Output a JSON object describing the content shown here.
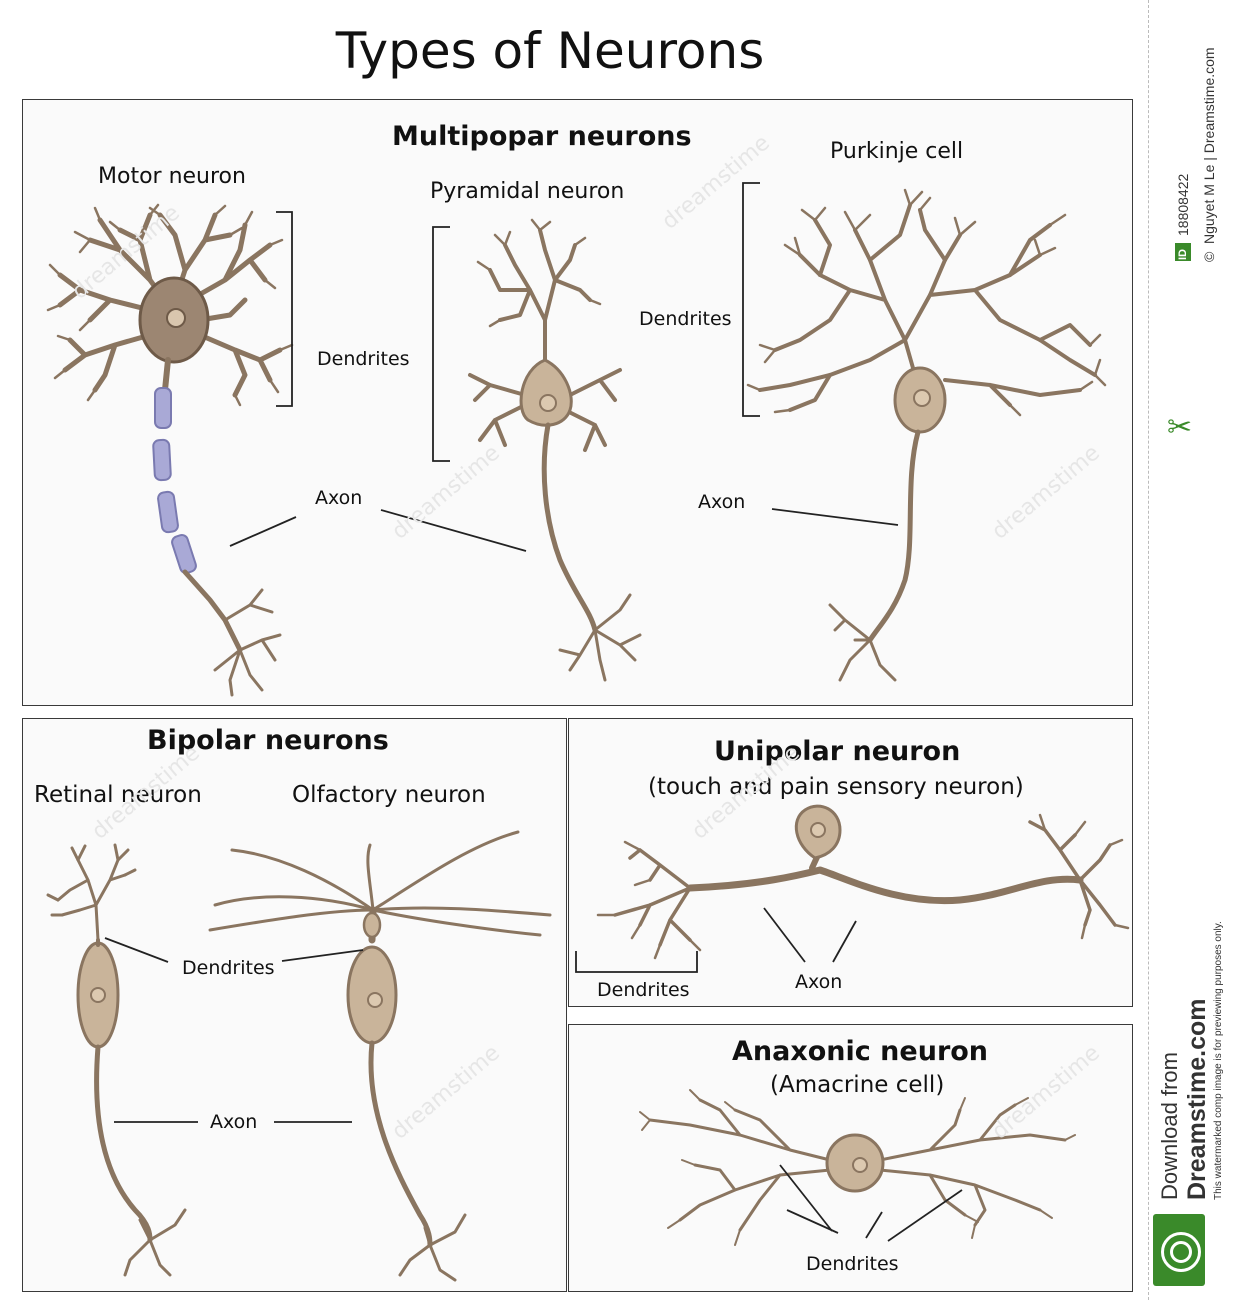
{
  "title": "Types of Neurons",
  "multipolar": {
    "heading": "Multipopar neurons",
    "motor": "Motor neuron",
    "pyramidal": "Pyramidal neuron",
    "purkinje": "Purkinje cell",
    "dendrites_1": "Dendrites",
    "dendrites_2": "Dendrites",
    "axon_1": "Axon",
    "axon_2": "Axon"
  },
  "bipolar": {
    "heading": "Bipolar neurons",
    "retinal": "Retinal neuron",
    "olfactory": "Olfactory neuron",
    "dendrites": "Dendrites",
    "axon": "Axon"
  },
  "unipolar": {
    "heading": "Unipolar neuron",
    "subtitle": "(touch and pain sensory neuron)",
    "dendrites": "Dendrites",
    "axon": "Axon"
  },
  "anaxonic": {
    "heading": "Anaxonic neuron",
    "subtitle": "(Amacrine cell)",
    "dendrites": "Dendrites"
  },
  "sidebar": {
    "id_label": "ID",
    "id_value": "18808422",
    "copyright": "©",
    "author": "Nguyet M Le  |  Dreamstime.com",
    "download_from": "Download from",
    "site": "Dreamstime.com",
    "notice": "This watermarked comp image is for previewing purposes only."
  },
  "watermark": "dreamstime",
  "colors": {
    "neuron_fill": "#c9b49a",
    "neuron_stroke": "#8a7560",
    "myelin": "#a9a9d6",
    "panel_border": "#3a3a3a",
    "sidebar_green": "#3a8a2a"
  }
}
